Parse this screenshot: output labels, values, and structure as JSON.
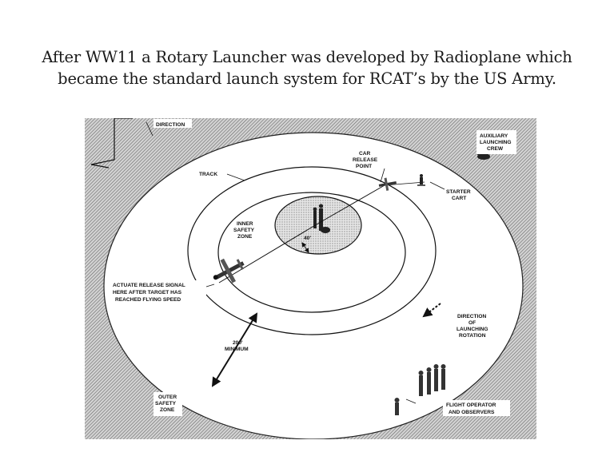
{
  "slide": {
    "title_line1": "After WW11 a Rotary Launcher was developed by Radioplane which",
    "title_line2": "became the standard launch system for RCAT’s by the US Army."
  },
  "diagram": {
    "labels": {
      "wind_direction": "DIRECTION",
      "auxiliary_crew_1": "AUXILIARY",
      "auxiliary_crew_2": "LAUNCHING",
      "auxiliary_crew_3": "CREW",
      "car_release_1": "CAR",
      "car_release_2": "RELEASE",
      "car_release_3": "POINT",
      "track": "TRACK",
      "starter_cart_1": "STARTER",
      "starter_cart_2": "CART",
      "inner_safety_1": "INNER",
      "inner_safety_2": "SAFETY",
      "inner_safety_3": "ZONE",
      "angle": "40'",
      "actuate_1": "ACTUATE RELEASE SIGNAL",
      "actuate_2": "HERE AFTER TARGET HAS",
      "actuate_3": "REACHED FLYING SPEED",
      "direction_rot_1": "DIRECTION",
      "direction_rot_2": "OF",
      "direction_rot_3": "LAUNCHING",
      "direction_rot_4": "ROTATION",
      "minimum_1": "200'",
      "minimum_2": "MINIMUM",
      "outer_safety_1": "OUTER",
      "outer_safety_2": "SAFETY",
      "outer_safety_3": "ZONE",
      "flight_operator_1": "FLIGHT OPERATOR",
      "flight_operator_2": "AND OBSERVERS"
    },
    "colors": {
      "hatch": "#8a8a8a",
      "field": "#ffffff",
      "ink": "#111111",
      "inner_zone": "#cfcfcf"
    }
  }
}
